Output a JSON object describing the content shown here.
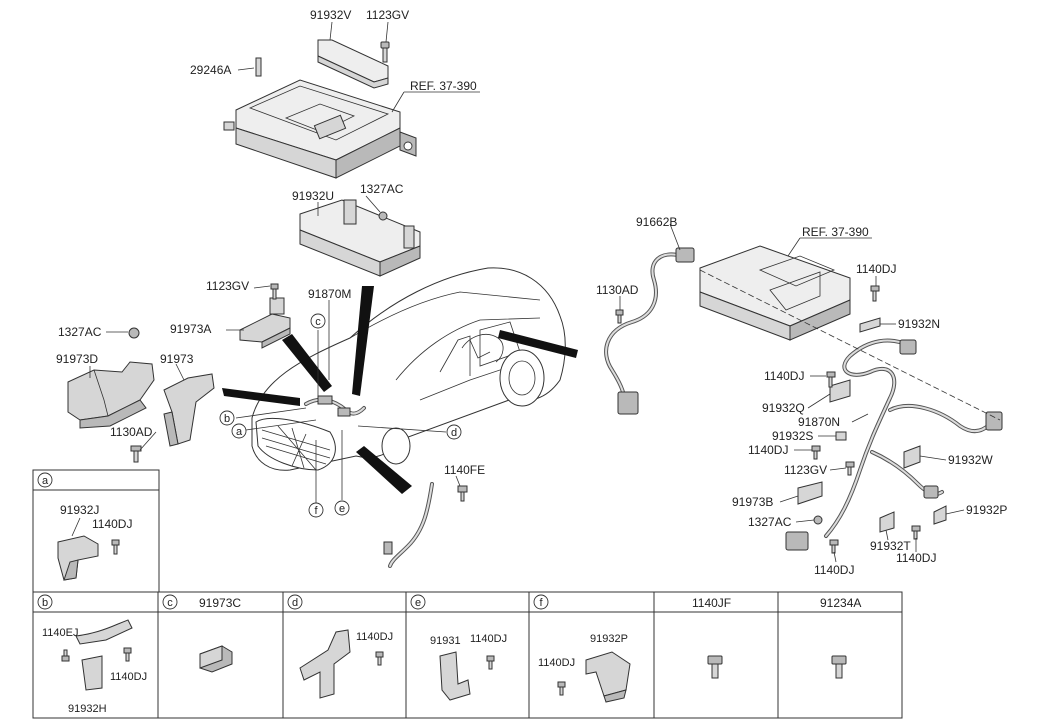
{
  "labels": {
    "p91932V": "91932V",
    "p1123GV_top": "1123GV",
    "p29246A": "29246A",
    "ref_top": "REF. 37-390",
    "p91932U": "91932U",
    "p1327AC_top": "1327AC",
    "p1123GV_left": "1123GV",
    "p91870M": "91870M",
    "p1327AC_left": "1327AC",
    "p91973A": "91973A",
    "p91973D": "91973D",
    "p91973": "91973",
    "p1130AD_left": "1130AD",
    "p1140FE": "1140FE",
    "p91662B": "91662B",
    "ref_right": "REF. 37-390",
    "p1130AD_right": "1130AD",
    "p1140DJ_r1": "1140DJ",
    "p91932N": "91932N",
    "p1140DJ_r2": "1140DJ",
    "p91932Q": "91932Q",
    "p91870N": "91870N",
    "p91932S": "91932S",
    "p1140DJ_r3": "1140DJ",
    "p1123GV_right": "1123GV",
    "p91932W": "91932W",
    "p91973B": "91973B",
    "p91932P_right": "91932P",
    "p1327AC_right": "1327AC",
    "p91932T": "91932T",
    "p1140DJ_r4": "1140DJ",
    "p1140DJ_r5": "1140DJ"
  },
  "callouts": {
    "a": "a",
    "b": "b",
    "c": "c",
    "d": "d",
    "e": "e",
    "f": "f"
  },
  "detail_a": {
    "letter": "a",
    "part1": "91932J",
    "part2": "1140DJ"
  },
  "detail_row": [
    {
      "letter": "b",
      "title": "",
      "parts": [
        "1140EJ",
        "1140DJ",
        "91932H"
      ]
    },
    {
      "letter": "c",
      "title": "91973C",
      "parts": []
    },
    {
      "letter": "d",
      "title": "",
      "parts": [
        "1140DJ"
      ]
    },
    {
      "letter": "e",
      "title": "",
      "parts": [
        "91931",
        "1140DJ"
      ]
    },
    {
      "letter": "f",
      "title": "",
      "parts": [
        "91932P",
        "1140DJ"
      ]
    },
    {
      "letter": "",
      "title": "1140JF",
      "parts": []
    },
    {
      "letter": "",
      "title": "91234A",
      "parts": []
    }
  ]
}
